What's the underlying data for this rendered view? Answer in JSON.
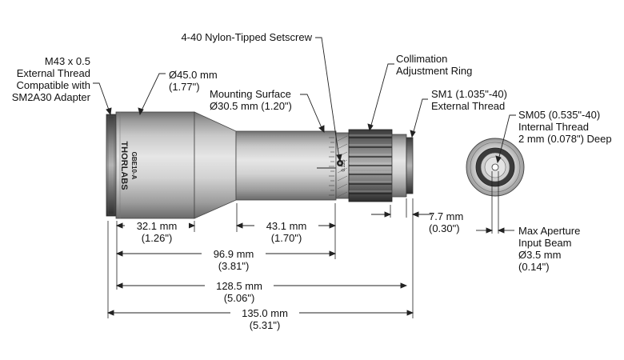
{
  "callouts": {
    "m43": [
      "M43 x 0.5",
      "External Thread",
      "Compatible with",
      "SM2A30 Adapter"
    ],
    "dia45": [
      "Ø45.0 mm",
      "(1.77\")"
    ],
    "setscrew": "4-40 Nylon-Tipped Setscrew",
    "mounting": [
      "Mounting Surface",
      "Ø30.5 mm (1.20\")"
    ],
    "collimation": [
      "Collimation",
      "Adjustment Ring"
    ],
    "sm1": [
      "SM1 (1.035\"-40)",
      "External Thread"
    ],
    "sm05": [
      "SM05 (0.535\"-40)",
      "Internal Thread",
      "2 mm (0.078\") Deep"
    ],
    "aperture": [
      "Max Aperture",
      "Input Beam",
      "Ø3.5 mm",
      "(0.14\")"
    ]
  },
  "dimensions": {
    "d32": [
      "32.1 mm",
      "(1.26\")"
    ],
    "d43": [
      "43.1 mm",
      "(1.70\")"
    ],
    "d7": [
      "7.7 mm",
      "(0.30\")"
    ],
    "d96": [
      "96.9 mm",
      "(3.81\")"
    ],
    "d128": [
      "128.5 mm",
      "(5.06\")"
    ],
    "d135": [
      "135.0 mm",
      "(5.31\")"
    ]
  },
  "body_text": {
    "brand": "THORLABS",
    "model": "GBE10-A",
    "ring_mark": "0.125"
  }
}
